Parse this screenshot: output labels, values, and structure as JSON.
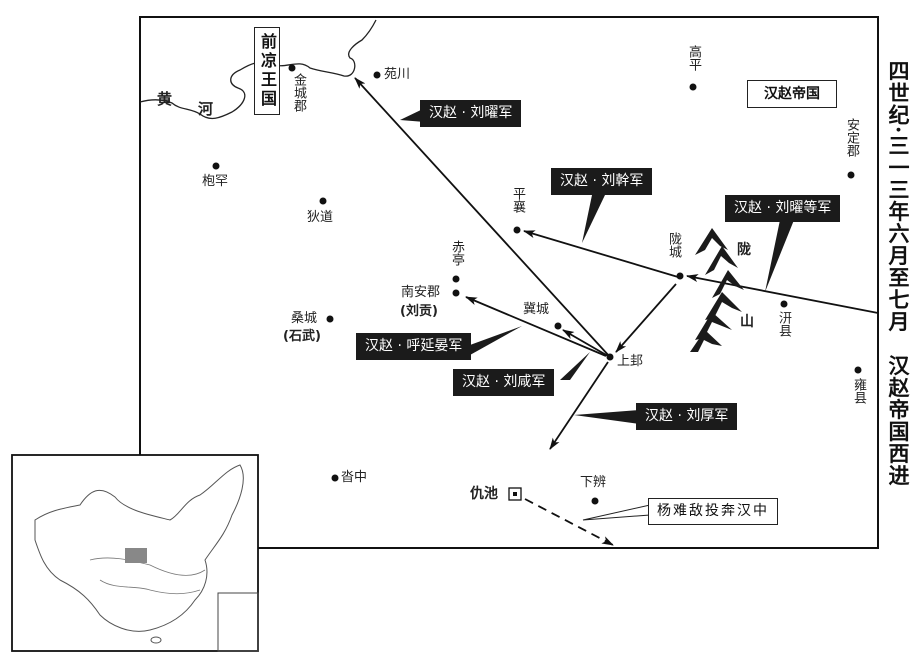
{
  "title": {
    "line1": "四世纪·三一三年六月至七月",
    "line2": "汉赵帝国西进"
  },
  "regions": {
    "former_liang": "前凉王国",
    "han_zhao": "汉赵帝国"
  },
  "river": {
    "char1": "黄",
    "char2": "河"
  },
  "mountain": {
    "char1": "陇",
    "char2": "山"
  },
  "places": {
    "jincheng": "金城郡",
    "yuanchuan": "苑川",
    "fuhan": "枹罕",
    "didao": "狄道",
    "gaoping": "高平",
    "anding": "安定郡",
    "pingxiang": "平襄",
    "chiting": "赤亭",
    "nanan": "南安郡",
    "nanan_note": "(刘贡)",
    "sangcheng": "桑城",
    "sangcheng_note": "(石武)",
    "jicheng": "冀城",
    "shanggui": "上邽",
    "longcheng": "陇城",
    "qianxian": "汧县",
    "yongxian": "雍县",
    "tazhong": "沓中",
    "qiuchi": "仇池",
    "xiabian": "下辨"
  },
  "armies": {
    "liuyao": "汉赵 · 刘曜军",
    "liugan": "汉赵 · 刘幹军",
    "liuyao_etc": "汉赵 · 刘曜等军",
    "huyanyan": "汉赵 · 呼延晏军",
    "liuxian": "汉赵 · 刘咸军",
    "liuhou": "汉赵 · 刘厚军"
  },
  "note": "杨难敌投奔汉中"
}
